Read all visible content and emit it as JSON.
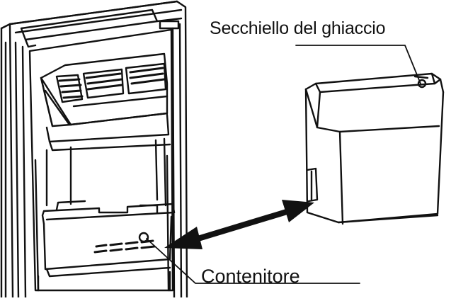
{
  "labels": {
    "ice_bucket": "Secchiello del ghiaccio",
    "container": "Contenitore"
  },
  "colors": {
    "line": "#111111",
    "background": "#ffffff"
  },
  "icons": {
    "arrow": "double-headed-arrow"
  }
}
